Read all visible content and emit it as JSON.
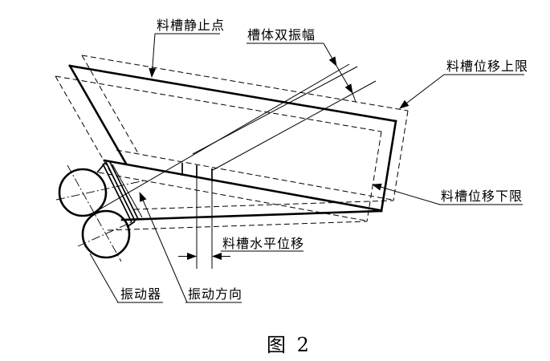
{
  "figure": {
    "caption": "图 2",
    "labels": {
      "static_point": "料槽静止点",
      "double_amplitude": "槽体双振幅",
      "upper_limit": "料槽位移上限",
      "lower_limit": "料槽位移下限",
      "horizontal_displacement": "料槽水平位移",
      "vibrator": "振动器",
      "vibration_direction": "振动方向"
    },
    "colors": {
      "line": "#000000",
      "background": "#ffffff"
    }
  }
}
